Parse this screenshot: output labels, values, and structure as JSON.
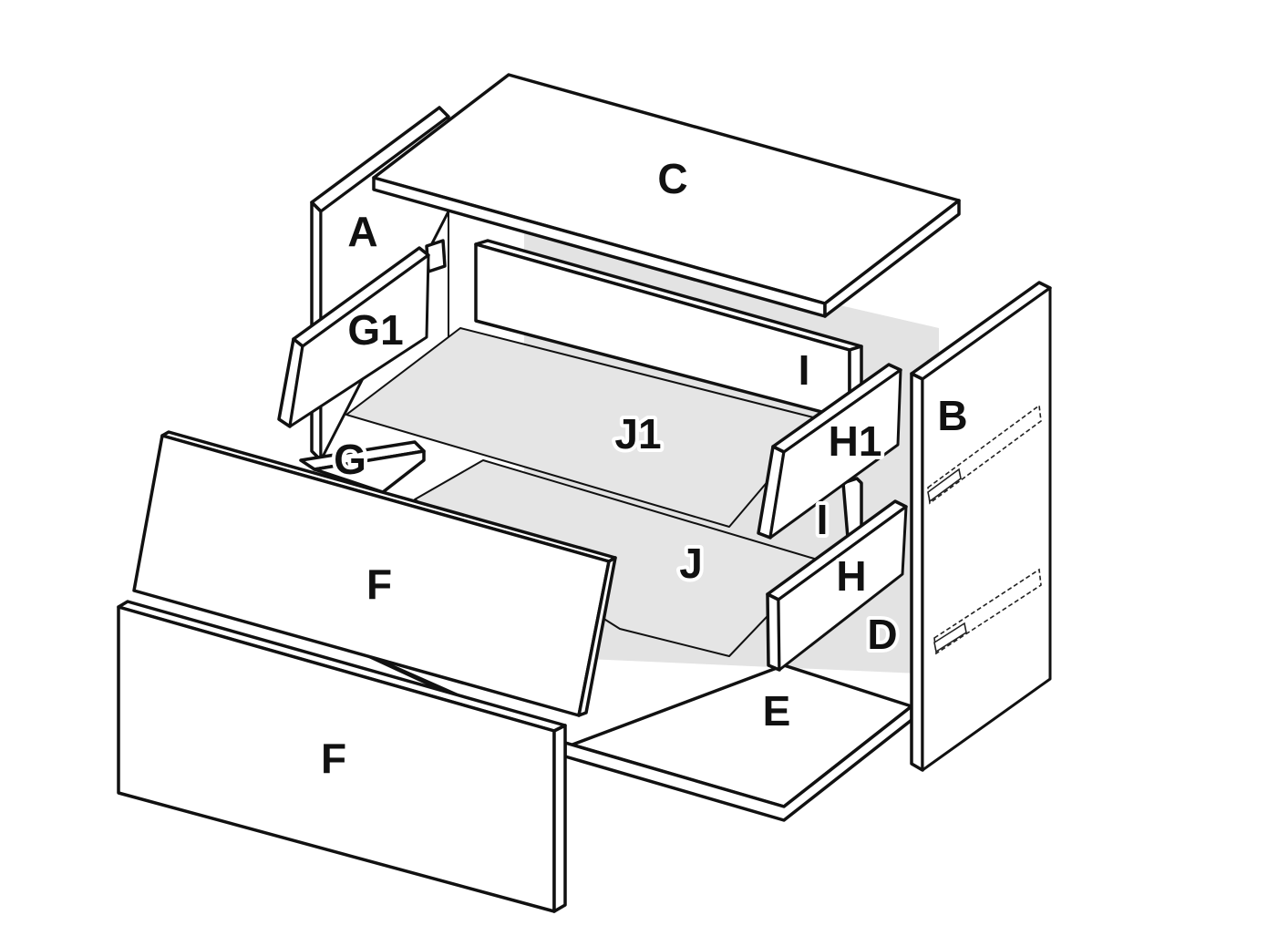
{
  "labels": {
    "A": "A",
    "B": "B",
    "C": "C",
    "D": "D",
    "E": "E",
    "F_top": "F",
    "F_bottom": "F",
    "G": "G",
    "G1": "G1",
    "H": "H",
    "H1": "H1",
    "I_top": "I",
    "I_bottom": "I",
    "J": "J",
    "J1": "J1"
  },
  "colors": {
    "outline": "#111111",
    "panel_fill": "#ffffff",
    "shelf_fill": "#e5e5e5",
    "back_fill": "#e3e3e3"
  }
}
